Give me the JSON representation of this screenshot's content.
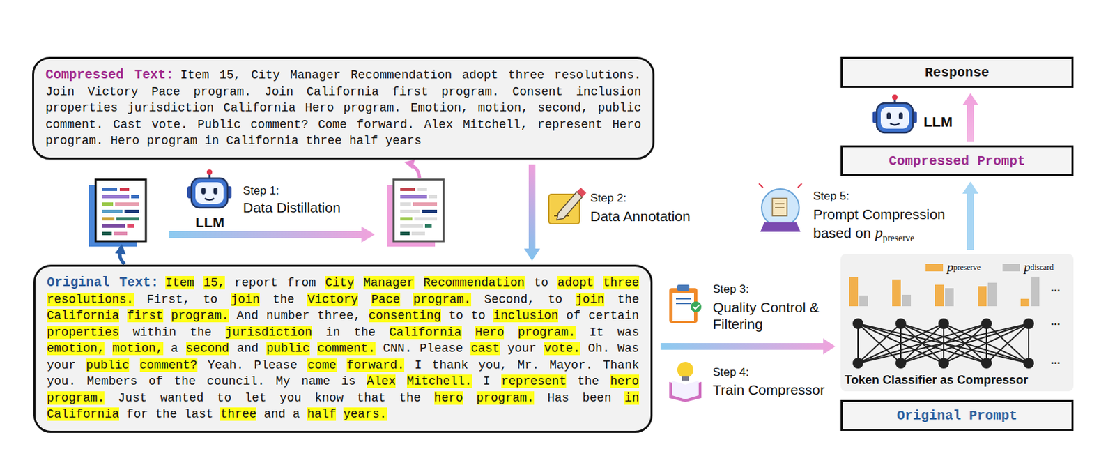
{
  "diagram": {
    "nodes": [
      {
        "text": [
          "Compressed Text:",
          "Item 15, City Manager Recommendation adopt three resolutions. Join Victory Pace program. Join California first program. Consent inclusion properties jurisdiction California Hero program. Emotion, motion, second, public comment. Cast vote. Public comment? Come forward. Alex Mitchell, represent Hero program. Hero program in California three half years"
        ]
      },
      {
        "text": [
          "Original Text:",
          "Item 15, report from City Manager Recommendation to adopt three resolutions. First, to join the Victory Pace program. Second, to join the California first program. And number three, consenting to to inclusion of certain properties within the jurisdiction in the California Hero program. It was emotion, motion, a second and public comment. CNN. Please cast your vote. Oh. Was your public comment? Yeah. Please come forward. I thank you, Mr. Mayor. Thank you. Members of the council. My name is Alex Mitchell. I represent the hero program. Just wanted to let you know that the hero program. Has been in California for the last three and a half years."
        ]
      },
      {
        "text": [
          "Response"
        ]
      },
      {
        "text": [
          "Compressed Prompt"
        ]
      },
      {
        "text": [
          "Token Classifier as Compressor"
        ]
      },
      {
        "text": [
          "Original Prompt"
        ]
      }
    ],
    "edges": [
      {
        "from": 0,
        "to": 1,
        "arrow": "to"
      },
      {
        "from": 1,
        "to": 4,
        "arrow": "to"
      },
      {
        "from": 4,
        "to": 3,
        "arrow": "to"
      },
      {
        "from": 3,
        "to": 2,
        "arrow": "to"
      }
    ],
    "labels": [
      "LLM",
      "Step 1:",
      "Data Distillation",
      "LLM",
      "Step 2:",
      "Data Annotation",
      "Step 5:",
      "Prompt Compression based on",
      "p",
      "preserve",
      "p",
      "p",
      "Step 3:",
      "Quality Control & Filtering",
      "Step 4:",
      "Train Compressor",
      "...",
      "...",
      "..."
    ],
    "legend": [
      {
        "text": "preserve",
        "color": "#f2b04c"
      },
      {
        "text": "discard",
        "color": "#c4c4c4"
      }
    ]
  }
}
